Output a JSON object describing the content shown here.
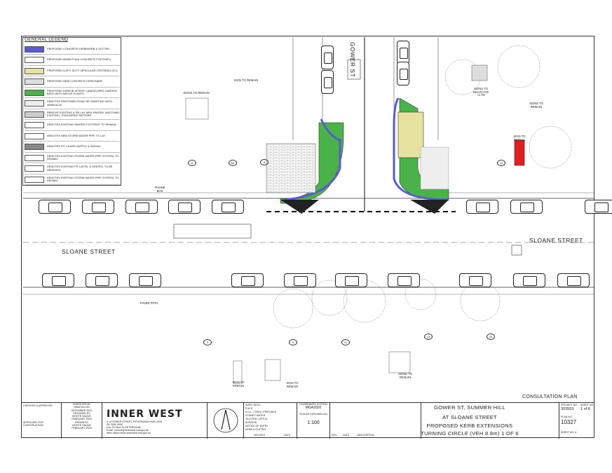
{
  "legend": {
    "title": "GENERAL LEGEND",
    "items": [
      {
        "text": "PROPOSED CONCRETE KERB/KERB & GUTTER",
        "color": "#5a5ad2"
      },
      {
        "text": "PROPOSED 80mm PLAIN CONCRETE FOOTPATH",
        "color": "#ffffff"
      },
      {
        "text": "PROPOSED LIGHT DUTY VEHICULAR CROSSING (VC)",
        "color": "#e8e2a0"
      },
      {
        "text": "PROPOSED NEW CONCRETE KERB RAMP",
        "color": "#dddddd"
      },
      {
        "text": "PROPOSED KERB BLISTERS' LANDSCAPED GARDEN BEDS WITH NATIVE PLANTS",
        "color": "#49b34a"
      },
      {
        "text": "DENOTES PROPOSED ROAD RE-SHEETING WITH 40mm AC10",
        "color": "#eeeeee"
      },
      {
        "text": "REMOVE EXISTING & RE-LAY NEW PAVERS, MATCHING EXISTING, STAGGERED PATTERN",
        "color": "#cccccc"
      },
      {
        "text": "DENOTES EXISTING PAVERS FOOTPATH TO REMAIN",
        "color": "#ffffff"
      },
      {
        "text": "DENOTES NEW STORM WATER PIPE TO LAY",
        "color": "#ffffff"
      },
      {
        "text": "DENOTES PIT COVER-SUPPLY & INSTALL",
        "color": "#888888"
      },
      {
        "text": "DENOTES EXISTING STORM WATER PIPE SYSTEM, TO REMAIN",
        "color": "#ffffff"
      },
      {
        "text": "DENOTES EXISTING PIT LINTEL & GRATES, TO BE REMOVED",
        "color": "#ffffff"
      },
      {
        "text": "DENOTES EXISTING STORM WATER PIPE SYSTEM, TO REMAIN",
        "color": "#ffffff"
      }
    ]
  },
  "plan": {
    "street_sloane_left": "SLOANE STREET",
    "street_sloane_right": "SLOANE STREET",
    "street_gower": "GOWER ST",
    "paved_path": "PAVED PATH",
    "phone_box": "PHONE BOX",
    "labels": {
      "sign_to_remain_1": "SIGN TO REMAIN",
      "signs_to_remain": "SIGNS TO REMAIN",
      "signs_to_relocate": "SIGNS TO RELOCATE ~1.7m",
      "signs_to_remain_r": "SIGNS TO REMAIN",
      "sign_to_install": "SIGN TO INSTALL",
      "sign_to_remain_2": "SIGN TO REMAIN",
      "sign_to_remain_3": "SIGN TO REMAIN",
      "signs_to_remain_3": "SIGNS TO REMAIN"
    },
    "markers": [
      "6",
      "6A",
      "8",
      "10",
      "3",
      "9",
      "11",
      "13",
      "15"
    ]
  },
  "consultation": "CONSULTATION PLAN",
  "title_block": {
    "checked": "CHECKED & APPROVED",
    "approved": "APPROVED FOR CONSTRUCTION",
    "surveyed": "SURVEYED BY",
    "surveyed_name": "NIMA DILLON",
    "surveyed_date": "DECEMBER 2024",
    "designed": "DESIGNED BY",
    "designed_name": "MOHTE HAQUE",
    "designed_date": "FEBRUARY 2025",
    "drawn": "DRAWN BY",
    "drawn_name": "MOHTE HAQUE",
    "drawn_date": "FEBRUARY 2025",
    "brand": "INNER WEST",
    "address": "2-14 FISHER STREET, PETERSHAM NSW 2049",
    "phone": "Ph: 9392 5000",
    "fax": "Fax: PO Box 14 PETERSHAM",
    "email": "Email: council@innerwest.nsw.gov.au",
    "web": "Web: https://www.innerwest.nsw.gov.au",
    "services": [
      "SURV. GEOL.",
      "R.M.S.",
      "A.G.L. / SHELL PIPELINES",
      "SYDNEY WATER",
      "TELSTRA / OPTUS",
      "AUSGRID",
      "NOTICE OF ENTRY",
      "KERB & GUTTER"
    ],
    "services_footer": "NOTICES",
    "date_col": "DATE",
    "coord_label": "COORDINATE SYSTEM",
    "coord_value": "MGA2020",
    "scale_label": "SCALES (ORIGINAL A1)",
    "scale_value": "1:100",
    "rev": "REV",
    "date": "DATE",
    "description": "DESCRIPTION",
    "title1": "GOWER ST, SUMMER HILL",
    "title2": "AT SLOANE STREET",
    "title3": "PROPOSED KERB EXTENSIONS",
    "title4": "TURNING CIRCLE (VEH 8.8m)   1 OF 6",
    "project_no_label": "PROJECT NO.",
    "project_no": "303553",
    "sheet_no_label": "SHEET NO.",
    "sheet_no": "1 of 6",
    "plan_no_label": "PLAN NO.",
    "plan_no": "10327",
    "sheet_no2_label": "SHEET NO. #"
  }
}
